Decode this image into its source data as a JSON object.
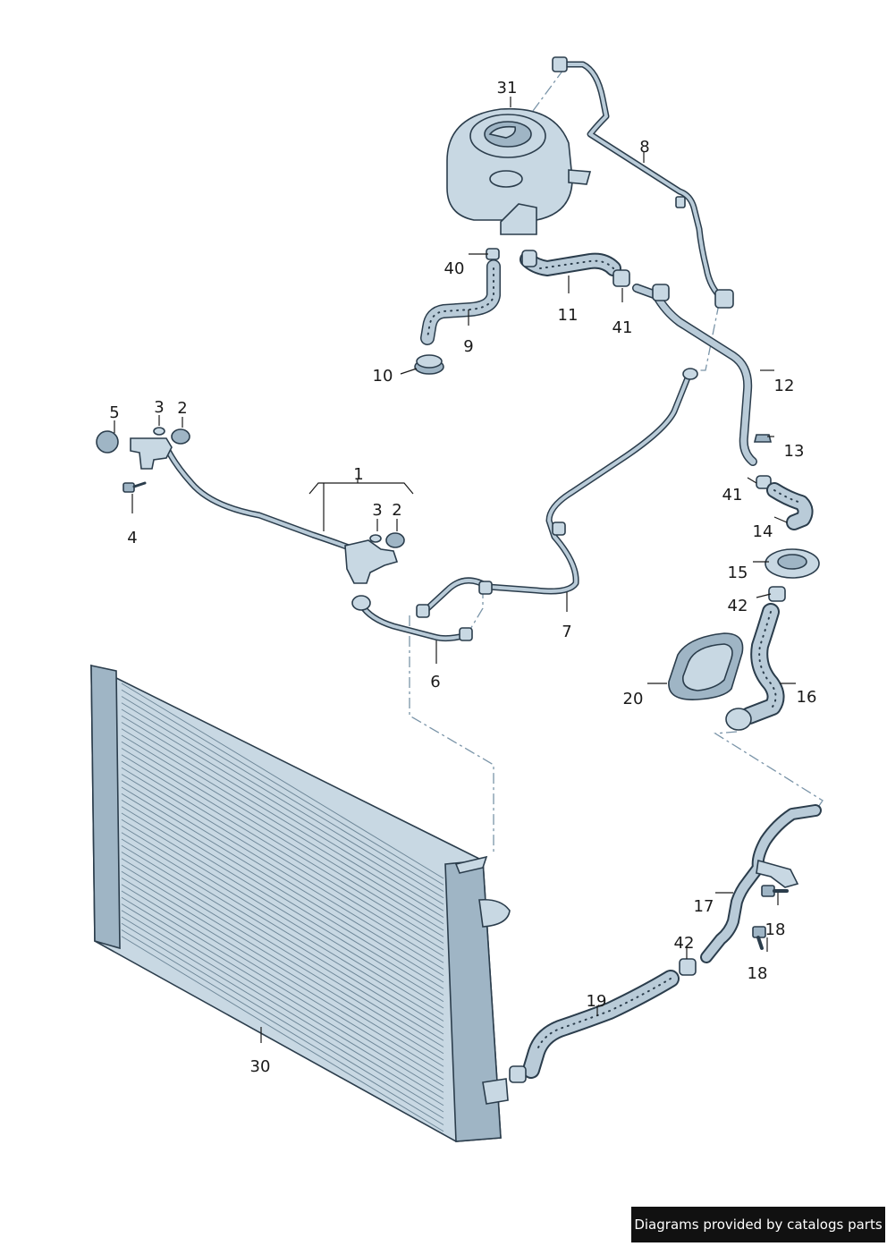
{
  "callouts": {
    "c1": "1",
    "c2a": "2",
    "c2b": "2",
    "c3a": "3",
    "c3b": "3",
    "c4": "4",
    "c5": "5",
    "c6": "6",
    "c7": "7",
    "c8": "8",
    "c9": "9",
    "c10": "10",
    "c11": "11",
    "c12": "12",
    "c13": "13",
    "c14": "14",
    "c15": "15",
    "c16": "16",
    "c17": "17",
    "c18a": "18",
    "c18b": "18",
    "c19": "19",
    "c20": "20",
    "c30": "30",
    "c31": "31",
    "c40": "40",
    "c41a": "41",
    "c41b": "41",
    "c42a": "42",
    "c42b": "42"
  },
  "footer": {
    "credit": "Diagrams provided by catalogs parts"
  },
  "colors": {
    "part_fill": "#c8d8e3",
    "outline": "#2b3d4c",
    "dashed_link": "#7a94a8",
    "footer_bg": "#111111"
  }
}
